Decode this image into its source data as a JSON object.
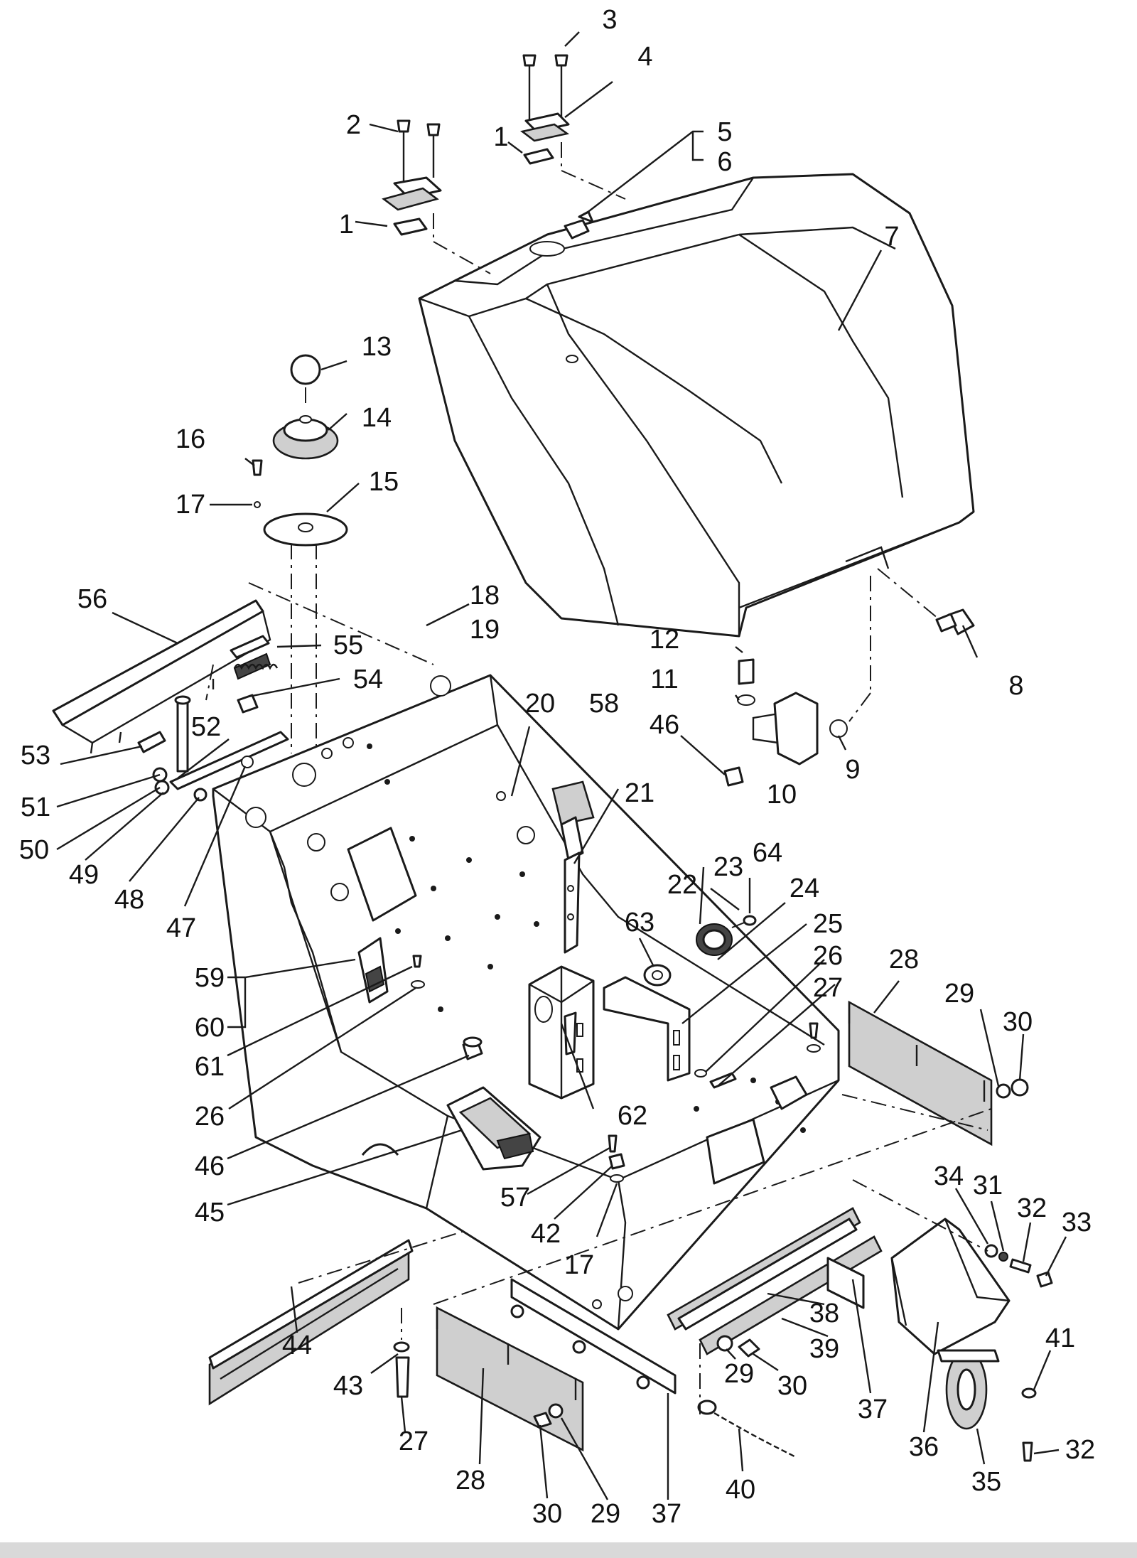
{
  "diagram": {
    "callouts": [
      "1",
      "2",
      "3",
      "4",
      "1",
      "5",
      "6",
      "7",
      "13",
      "14",
      "16",
      "15",
      "17",
      "56",
      "18",
      "55",
      "19",
      "54",
      "20",
      "58",
      "12",
      "8",
      "11",
      "53",
      "52",
      "51",
      "50",
      "49",
      "48",
      "47",
      "46",
      "10",
      "9",
      "21",
      "22",
      "23",
      "64",
      "24",
      "63",
      "25",
      "26",
      "27",
      "28",
      "29",
      "30",
      "59",
      "60",
      "61",
      "26",
      "46",
      "45",
      "57",
      "62",
      "42",
      "17",
      "34",
      "31",
      "32",
      "33",
      "44",
      "43",
      "27",
      "28",
      "30",
      "29",
      "37",
      "29",
      "30",
      "38",
      "39",
      "37",
      "40",
      "36",
      "35",
      "41",
      "32"
    ]
  },
  "colors": {
    "line": "#1a1a1a",
    "background": "#ffffff",
    "shading": "#cfcfcf"
  }
}
